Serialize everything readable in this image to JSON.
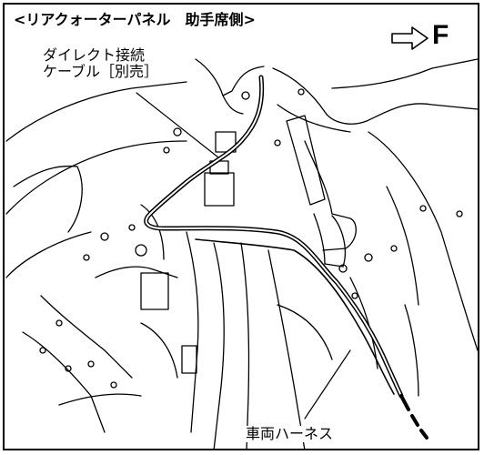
{
  "title": "<リアクォーターパネル　助手席側>",
  "direction": {
    "arrow_icon": "hollow-right-arrow-icon",
    "letter": "F"
  },
  "callouts": {
    "cable_line1": "ダイレクト接続",
    "cable_line2": "ケーブル［別売］",
    "harness": "車両ハーネス"
  },
  "colors": {
    "line": "#000000",
    "background": "#ffffff"
  }
}
